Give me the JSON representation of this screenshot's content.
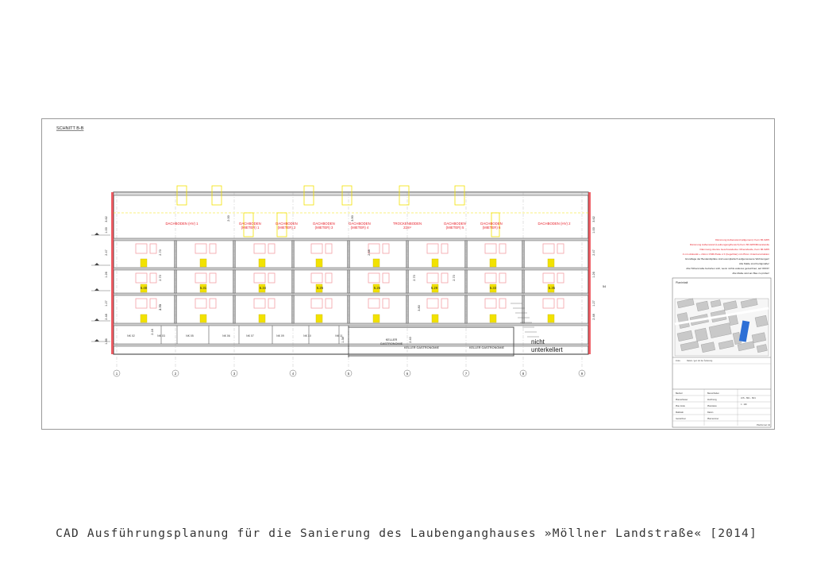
{
  "caption": "CAD Ausführungsplanung für die Sanierung des Laubenganghauses »Möllner Landstraße« [2014]",
  "section_title": "SCHNITT B-B",
  "attic_labels": [
    "DACHBODEN (HV) 1",
    "DACHBODEN (MIETER) 1",
    "DACHBODEN (MIETER) 2",
    "DACHBODEN (MIETER) 3",
    "DACHBODEN (MIETER) 4",
    "TROCKENBODEN 22m²",
    "DACHBODEN (MIETER) 5",
    "DACHBODEN (MIETER) 6",
    "DACHBODEN (HV) 2"
  ],
  "basement_labels": [
    "NK 02",
    "NK 03",
    "NK 05",
    "NK 06",
    "NK 07",
    "NK 09",
    "NK 10",
    "NK 11"
  ],
  "keller_labels": [
    "KELLER GASTRONOMIE",
    "KELLER GASTRONOMIE",
    "KELLER GASTRONOMIE"
  ],
  "nicht_unterkellert": [
    "nicht",
    "unterkellert"
  ],
  "axis_labels": [
    "1",
    "2",
    "3",
    "4",
    "5",
    "6",
    "7",
    "8",
    "9"
  ],
  "floor_dims": [
    "5.48",
    "5.31",
    "5.34",
    "5.26",
    "5.26",
    "5.29",
    "5.33",
    "5.35"
  ],
  "height_dims": [
    "2.70",
    "2.70",
    "2.70",
    "2.00",
    "3.90",
    "2.68",
    "2.70",
    "2.70",
    "1.38",
    "2.40",
    "3.80",
    "2.18",
    "2.70"
  ],
  "edge_dims": [
    "3.62",
    "1.00",
    "2.47",
    "1.26",
    "1.27",
    "2.48",
    "1.86",
    "3.62",
    "1.00",
    "2.47",
    "1.26",
    "1.27",
    "2.48",
    "54"
  ],
  "notes": [
    "Dämmung Außenwand (allgemein): Kern 86.0205",
    "Dämmung Außenwand (Laubengang/bereich) Kern 86.0205/Mineralwolle",
    "Dämmung oberste Geschossdecke: Mineralwolle, Kern 86.0205",
    "4 mm Akkustik + 24mm OSB-Platte ≥ F (begehbar) mit 25mm Unterkonstruktion",
    "Grundlage der Bestandspläne sind exemplarisch aufgemessene Wohnungen!",
    "Alle Maße sind Fertigmaße!",
    "Alle Höhenmaße beziehen sich, wenn nichts anderes gezeichnet, auf OKFF!",
    "Alle Maße sind am Bau zu prüfen!"
  ],
  "titleblock": {
    "header": "Planinhalt",
    "row_labels": [
      "Index",
      "Datum / gez.",
      "Art der Änderung"
    ],
    "fields": [
      "Bauherr",
      "Bauvorhaben",
      "Planverfasser",
      "Zeichnung",
      "Plan-Code",
      "Planstatus",
      "Maßstab",
      "Datum",
      "Gezeichnet",
      "Plannummer"
    ],
    "scale": "1 : 100",
    "plan_code": "LVS - SN1 - SN1",
    "footer": "Planformat: A3"
  },
  "colors": {
    "structure": "#555555",
    "annotation": "#e8202a",
    "window": "#f4a0a6",
    "furniture": "#f2e200",
    "highlight": "#2d6fd6"
  }
}
